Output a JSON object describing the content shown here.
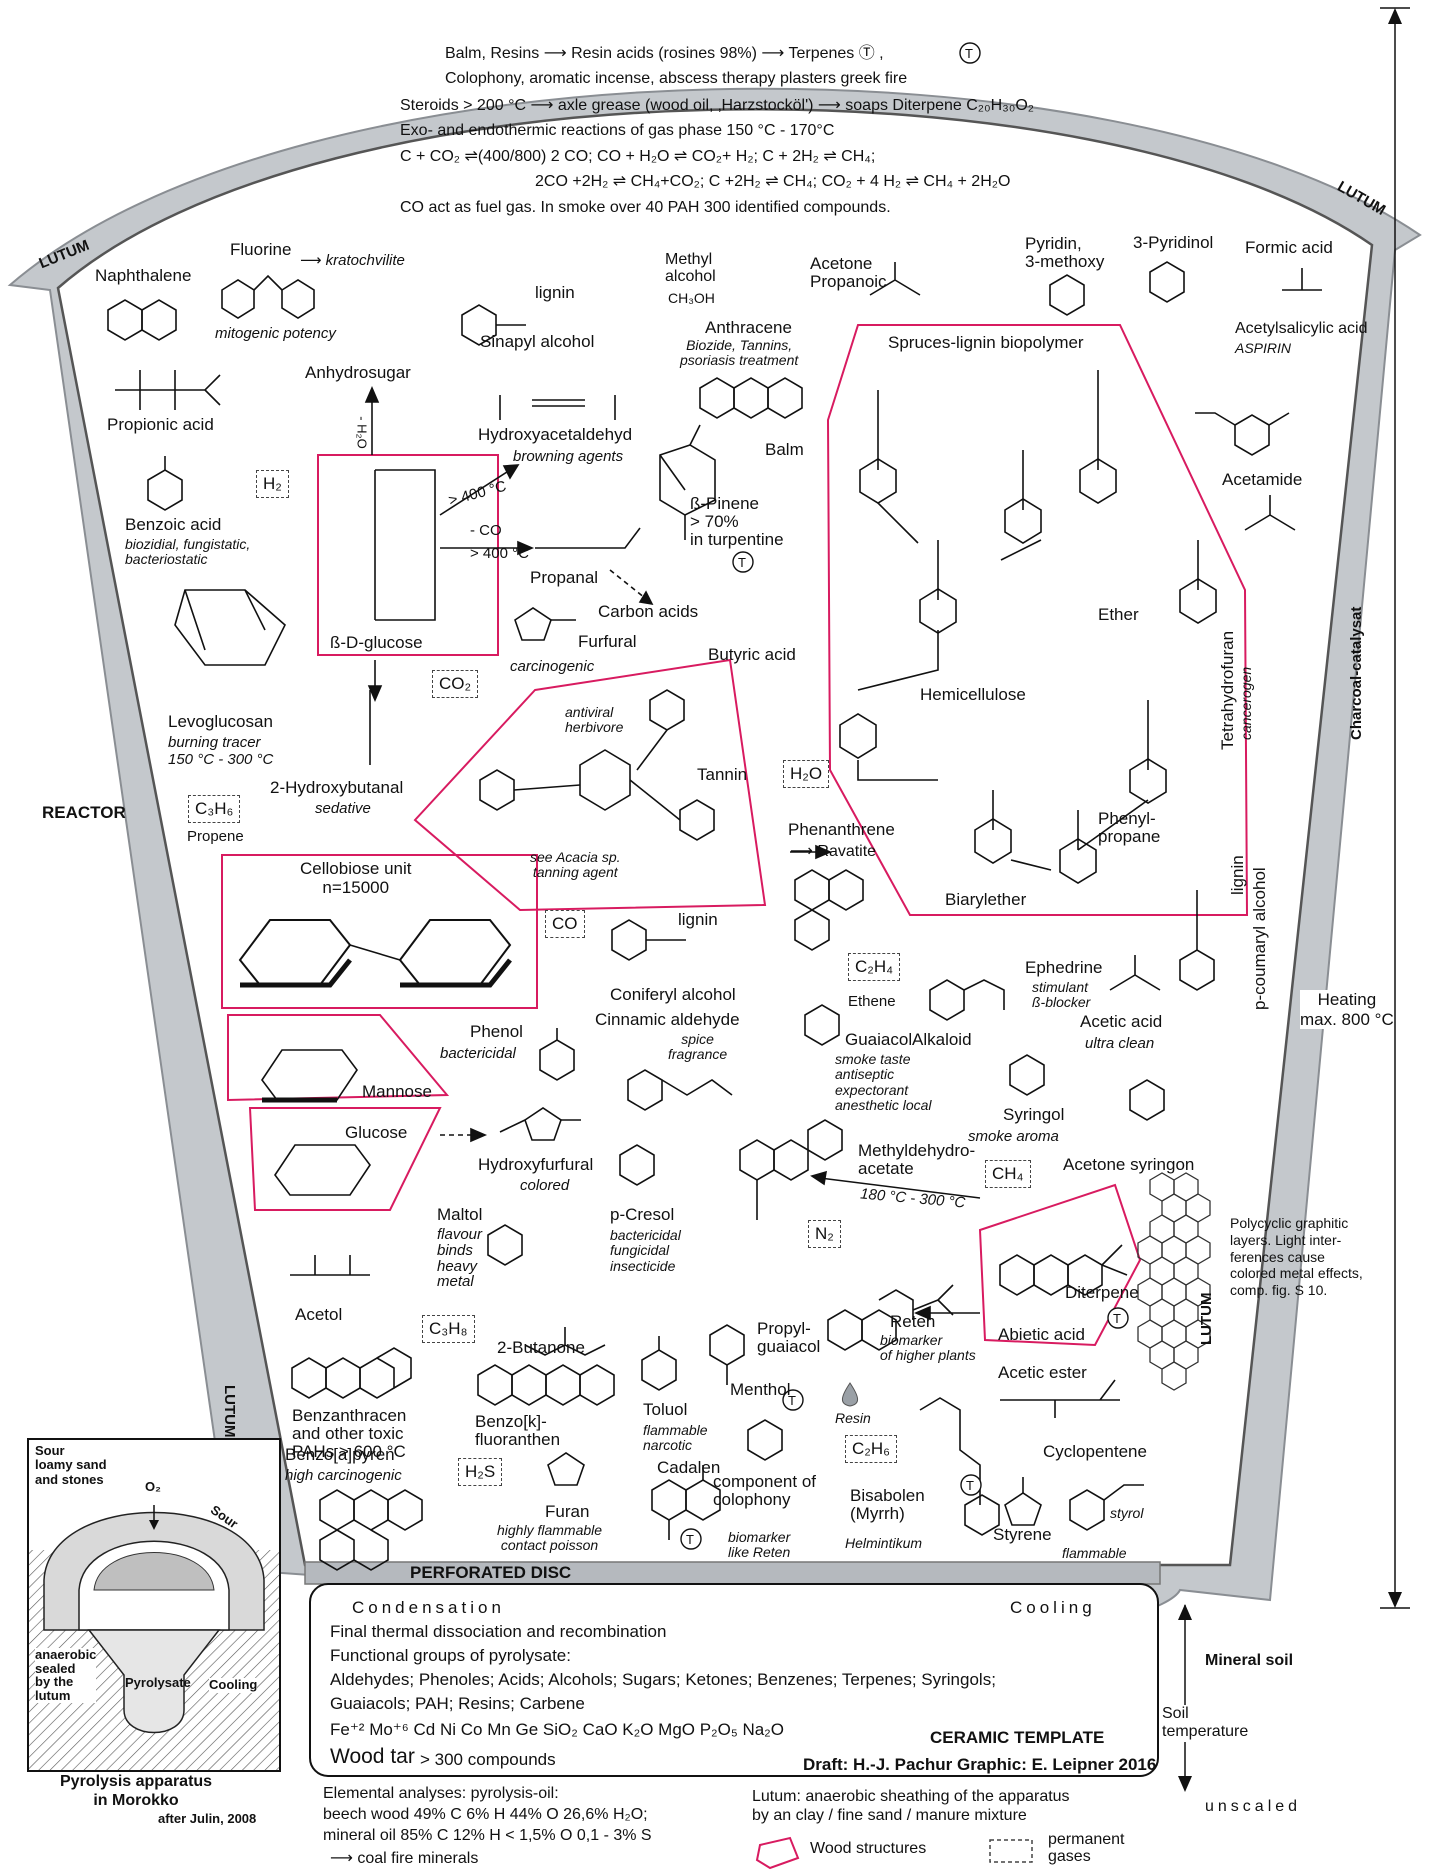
{
  "reaction_header": {
    "lines": [
      "Balm, Resins ⟶ Resin acids (rosines 98%) ⟶ Terpenes Ⓣ ,",
      "Colophony, aromatic incense, abscess therapy plasters greek fire",
      "Steroids > 200 °C ⟶ axle grease (wood oil, ‚Harzstocköl') ⟶ soaps   Diterpene C₂₀H₃₀O₂",
      "Exo- and endothermic reactions of gas phase 150 °C - 170°C",
      "C + CO₂ ⇌(400/800) 2 CO; CO + H₂O ⇌ CO₂+ H₂; C + 2H₂ ⇌ CH₄;",
      "2CO +2H₂ ⇌ CH₄+CO₂; C +2H₂ ⇌ CH₄; CO₂ + 4 H₂ ⇌ CH₄ + 2H₂O",
      "CO act as fuel gas. In smoke over 40 PAH 300 identified compounds."
    ]
  },
  "side_labels": {
    "lutum_top_left": "LUTUM",
    "lutum_top_right": "LUTUM",
    "lutum_left": "LUTUM",
    "lutum_right": "LUTUM",
    "reactor": "REACTOR",
    "charcoal": "Charcoal-catalysat",
    "heating": "Heating\nmax. 800 °C",
    "polycyclic": "Polycyclic graphitic\nlayers. Light inter-\nferences cause\ncolored metal effects,\ncomp. fig. S 10.",
    "perforated_disc": "PERFORATED DISC",
    "mineral_soil": "Mineral soil",
    "soil_temperature": "Soil\ntemperature",
    "unscaled": "unscaled"
  },
  "gases": [
    "H₂",
    "CO₂",
    "C₃H₆",
    "H₂O",
    "CO",
    "C₂H₄",
    "CH₄",
    "N₂",
    "C₃H₈",
    "H₂S",
    "C₂H₆"
  ],
  "compounds": {
    "naphthalene": "Naphthalene",
    "fluorine": "Fluorine",
    "kratochvilite": "⟶ kratochvilite",
    "fluorine_note": "mitogenic potency",
    "sinapyl_top": "lignin",
    "sinapyl": "Sinapyl alcohol",
    "methyl_alcohol": "Methyl\nalcohol",
    "methanol_formula": "CH₃OH",
    "acetone": "Acetone\nPropanoic",
    "pyridin": "Pyridin,\n3-methoxy",
    "pyridinol": "3-Pyridinol",
    "formic_acid": "Formic acid",
    "propionic_acid": "Propionic acid",
    "anhydrosugar": "Anhydrosugar",
    "anthracene": "Anthracene",
    "anthracene_note": "Biozide, Tannins,\npsoriasis treatment",
    "spruce": "Spruces-lignin biopolymer",
    "acetylsalicylic": "Acetylsalicylic acid",
    "aspirin": "ASPIRIN",
    "acetamide": "Acetamide",
    "hydroxyacetaldehyd": "Hydroxyacetaldehyd",
    "browning": "browning agents",
    "balm": "Balm",
    "benzoic_acid": "Benzoic acid",
    "benzoic_note": "biozidial, fungistatic,\nbacteriostatic",
    "glucose_b": "ß-D-glucose",
    "propanal": "Propanal",
    "pinene": "ß-Pinene\n> 70%\nin turpentine",
    "carbon_acids": "Carbon acids",
    "furfural": "Furfural",
    "furfural_note": "carcinogenic",
    "butyric": "Butyric acid",
    "levoglucosan": "Levoglucosan",
    "levo_note": "burning tracer\n150 °C - 300 °C",
    "hydroxybutanal": "2-Hydroxybutanal",
    "sedative": "sedative",
    "tannin": "Tannin",
    "tannin_note1": "antiviral\nherbivore",
    "tannin_note2": "see Acacia sp.\ntanning agent",
    "hemicellulose": "Hemicellulose",
    "ether": "Ether",
    "thf": "Tetrahydrofuran",
    "thf_note": "cancerogen",
    "phenylpropane": "Phenyl-\npropane",
    "biarylether": "Biarylether",
    "propene": "Propene",
    "phenanthrene": "Phenanthrene",
    "ravatite": "⟶ Ravatite",
    "cellobiose": "Cellobiose unit\nn=15000",
    "coniferyl": "Coniferyl alcohol",
    "coniferyl_top": "lignin",
    "ethene": "Ethene",
    "ephedrine": "Ephedrine",
    "ephedrine_note": "stimulant\nß-blocker",
    "alkaloid": "Alkaloid",
    "coumaryl": "p-coumaryl alcohol",
    "coumaryl_top": "lignin",
    "phenol": "Phenol",
    "phenol_note": "bactericidal",
    "cinnamic": "Cinnamic aldehyde",
    "cinnamic_note": "spice\nfragrance",
    "guaiacol": "Guaiacol",
    "guaiacol_note": "smoke taste\nantiseptic\nexpectorant\nanesthetic local",
    "acetic_acid": "Acetic acid",
    "acetic_note": "ultra clean",
    "mannose": "Mannose",
    "glucose": "Glucose",
    "hydroxyfurfural": "Hydroxyfurfural",
    "hydroxyfurfural_note": "colored",
    "syringol": "Syringol",
    "syringol_note": "smoke aroma",
    "acetone_syringon": "Acetone syringon",
    "methyldehydro": "Methyldehydro-\nacetate",
    "temp_range": "180 °C - 300 °C",
    "maltol": "Maltol",
    "maltol_note": "flavour\nbinds\nheavy\nmetal",
    "pcresol": "p-Cresol",
    "pcresol_note": "bactericidal\nfungicidal\ninsecticide",
    "acetol": "Acetol",
    "diterpene": "Diterpene",
    "abietic": "Abietic acid",
    "reten": "Reten",
    "reten_note": "biomarker\nof higher plants",
    "butanone": "2-Butanone",
    "propylguaiacol": "Propyl-\nguaiacol",
    "toluol": "Toluol",
    "toluol_note": "flammable\nnarcotic",
    "benzanthracen": "Benzanthracen\nand other toxic\nPAHs > 600 °C",
    "benzofluoranthen": "Benzo[k]-\nfluoranthen",
    "menthol": "Menthol",
    "resin": "Resin",
    "acetic_ester": "Acetic ester",
    "benzopyren": "Benzo[a]pyren",
    "benzopyren_note": "high carcinogenic",
    "furan": "Furan",
    "furan_note": "highly flammable\ncontact poisson",
    "cadalen": "Cadalen",
    "cadalen_note": "component of\ncolophony",
    "cadalen_note2": "biomarker\nlike Reten",
    "bisabolen": "Bisabolen\n(Myrrh)",
    "bisabolen_note": "Helmintikum",
    "cyclopentene": "Cyclopentene",
    "styrene": "Styrene",
    "styrene_note": "flammable",
    "styrol": "styrol",
    "heat400a": "> 400 °C",
    "heat400b": "- CO\n> 400 °C",
    "h2o_loss": "- H₂O"
  },
  "bottom_panel": {
    "condensation": "Condensation",
    "cooling": "Cooling",
    "line1": "Final thermal dissociation and recombination",
    "line2": "Functional groups of pyrolysate:",
    "line3": "Aldehydes; Phenoles; Acids; Alcohols; Sugars; Ketones; Benzenes; Terpenes; Syringols;",
    "line4": "Guaiacols; PAH; Resins; Carbene",
    "elements": "Fe⁺² Mo⁺⁶ Cd Ni Co Mn Ge SiO₂ CaO K₂O MgO P₂O₅ Na₂O",
    "ceramic": "CERAMIC TEMPLATE",
    "wood_tar": "Wood tar",
    "wood_tar_note": "> 300 compounds",
    "credits": "Draft: H.-J. Pachur   Graphic: E. Leipner  2016"
  },
  "inset": {
    "sour_sand": "Sour\nloamy sand\nand stones",
    "o2": "O₂",
    "sour": "Sour",
    "anaerobic": "anaerobic\nsealed\nby the\nlutum",
    "pyrolysate": "Pyrolysate",
    "cooling": "Cooling",
    "title": "Pyrolysis apparatus\nin Morokko",
    "after": "after Julin, 2008"
  },
  "footer": {
    "elemental_title": "Elemental analyses: pyrolysis-oil:",
    "beech": "beech wood  49% C  6% H  44% O  26,6% H₂O;",
    "mineral": "mineral oil  85% C 12% H < 1,5% O  0,1 - 3% S",
    "coal": "⟶  coal fire minerals",
    "lutum_legend": "Lutum: anaerobic sheathing of the apparatus\nby an clay / fine sand / manure mixture",
    "wood_structures": "Wood structures",
    "permanent_gases": "permanent\ngases"
  },
  "colors": {
    "wood_structure_line": "#d81b60",
    "lutum_fill": "#b8bcc0",
    "ink": "#111111"
  }
}
